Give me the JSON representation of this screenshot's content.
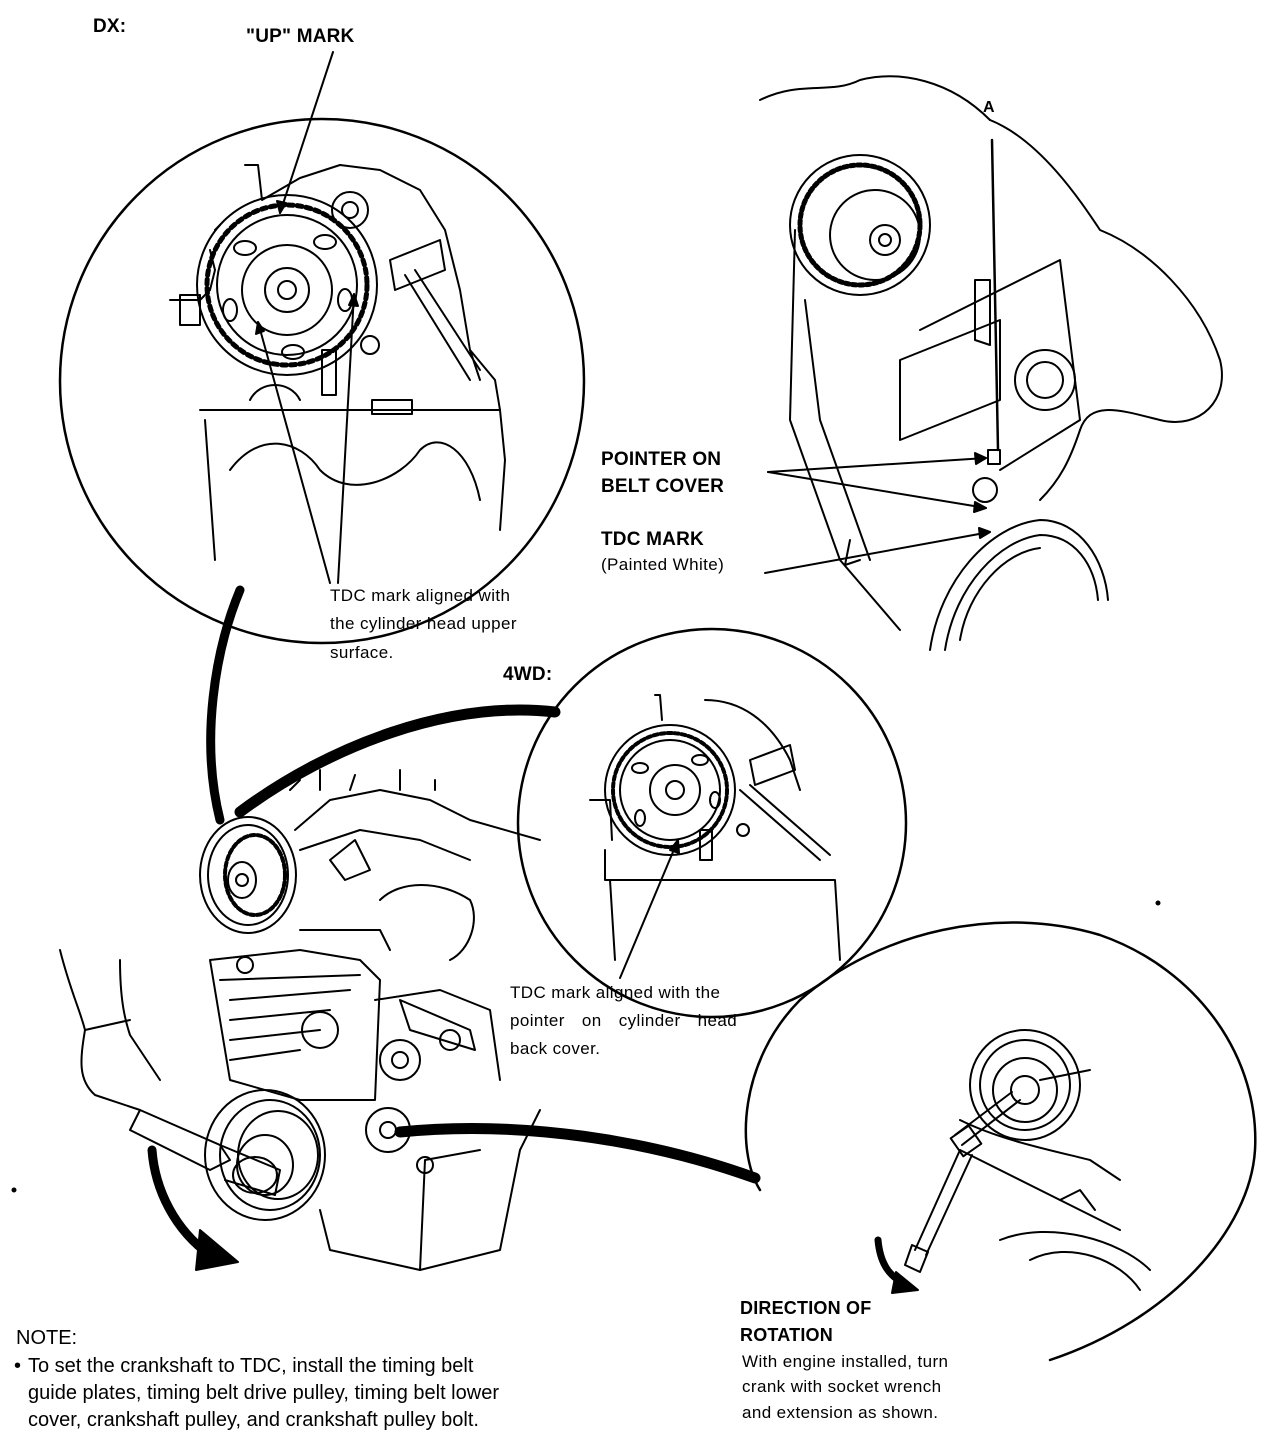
{
  "labels": {
    "dx": "DX:",
    "up_mark": "\"UP\" MARK",
    "tdc_head_1": "TDC mark aligned with",
    "tdc_head_2": "the cylinder head upper",
    "tdc_head_3": "surface.",
    "pointer_1": "POINTER ON",
    "pointer_2": "BELT COVER",
    "tdc_mark": "TDC MARK",
    "painted_white": "(Painted White)",
    "corner_a": "A",
    "fourwd": "4WD:",
    "tdc_back_1": "TDC mark aligned with the",
    "tdc_back_2": "pointer on cylinder head",
    "tdc_back_3": "back cover.",
    "direction_1": "DIRECTION OF",
    "direction_2": "ROTATION",
    "direction_body_1": "With engine installed, turn",
    "direction_body_2": "crank with socket wrench",
    "direction_body_3": "and extension as shown."
  },
  "note": {
    "title": "NOTE:",
    "bullet": "•",
    "line1": "To set the crankshaft to TDC, install the timing belt",
    "line2": "guide plates, timing belt drive pulley, timing belt lower",
    "line3": "cover, crankshaft pulley, and crankshaft pulley bolt."
  },
  "colors": {
    "ink": "#000000",
    "paper": "#ffffff"
  },
  "icons": [
    "rotation-arrow-icon",
    "socket-wrench-icon",
    "camshaft-pulley-icon",
    "crankshaft-pulley-icon"
  ]
}
